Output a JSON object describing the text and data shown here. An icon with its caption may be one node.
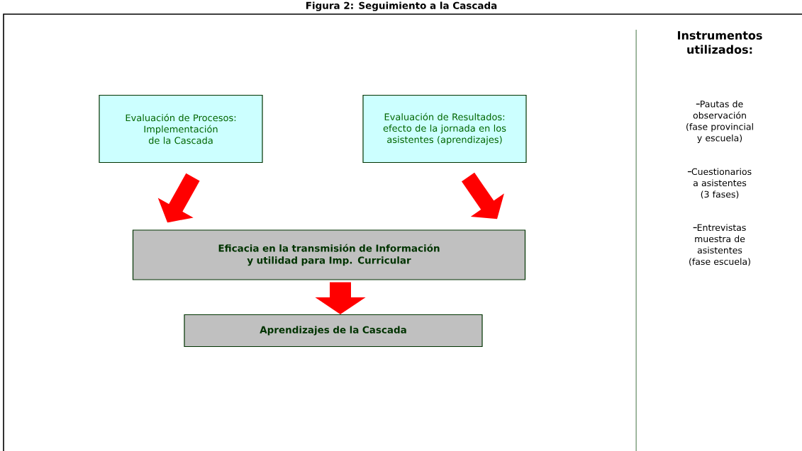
{
  "diagram": {
    "title": "Figura 2: Seguimiento a la Cascada",
    "nodes": [
      {
        "text": [
          "Evaluación de Procesos: Implementación de la Cascada"
        ]
      },
      {
        "text": [
          "Evaluación de Resultados: efecto de la jornada en los asistentes (aprendizajes)"
        ]
      },
      {
        "text": [
          "Eficacia en la transmisión de Información y utilidad para Imp. Curricular"
        ]
      },
      {
        "text": [
          "Aprendizajes de la Cascada"
        ]
      }
    ],
    "edges": [
      {
        "from": 0,
        "to": 2,
        "arrow": "to"
      },
      {
        "from": 1,
        "to": 2,
        "arrow": "to"
      },
      {
        "from": 2,
        "to": 3,
        "arrow": "to"
      }
    ],
    "labels": [
      "Instrumentos utilizados:",
      "Pautas de observación (fase provincial y escuela)",
      "Cuestionarios a asistentes (3 fases)",
      "Entrevistas muestra de asistentes (fase escuela)"
    ]
  }
}
